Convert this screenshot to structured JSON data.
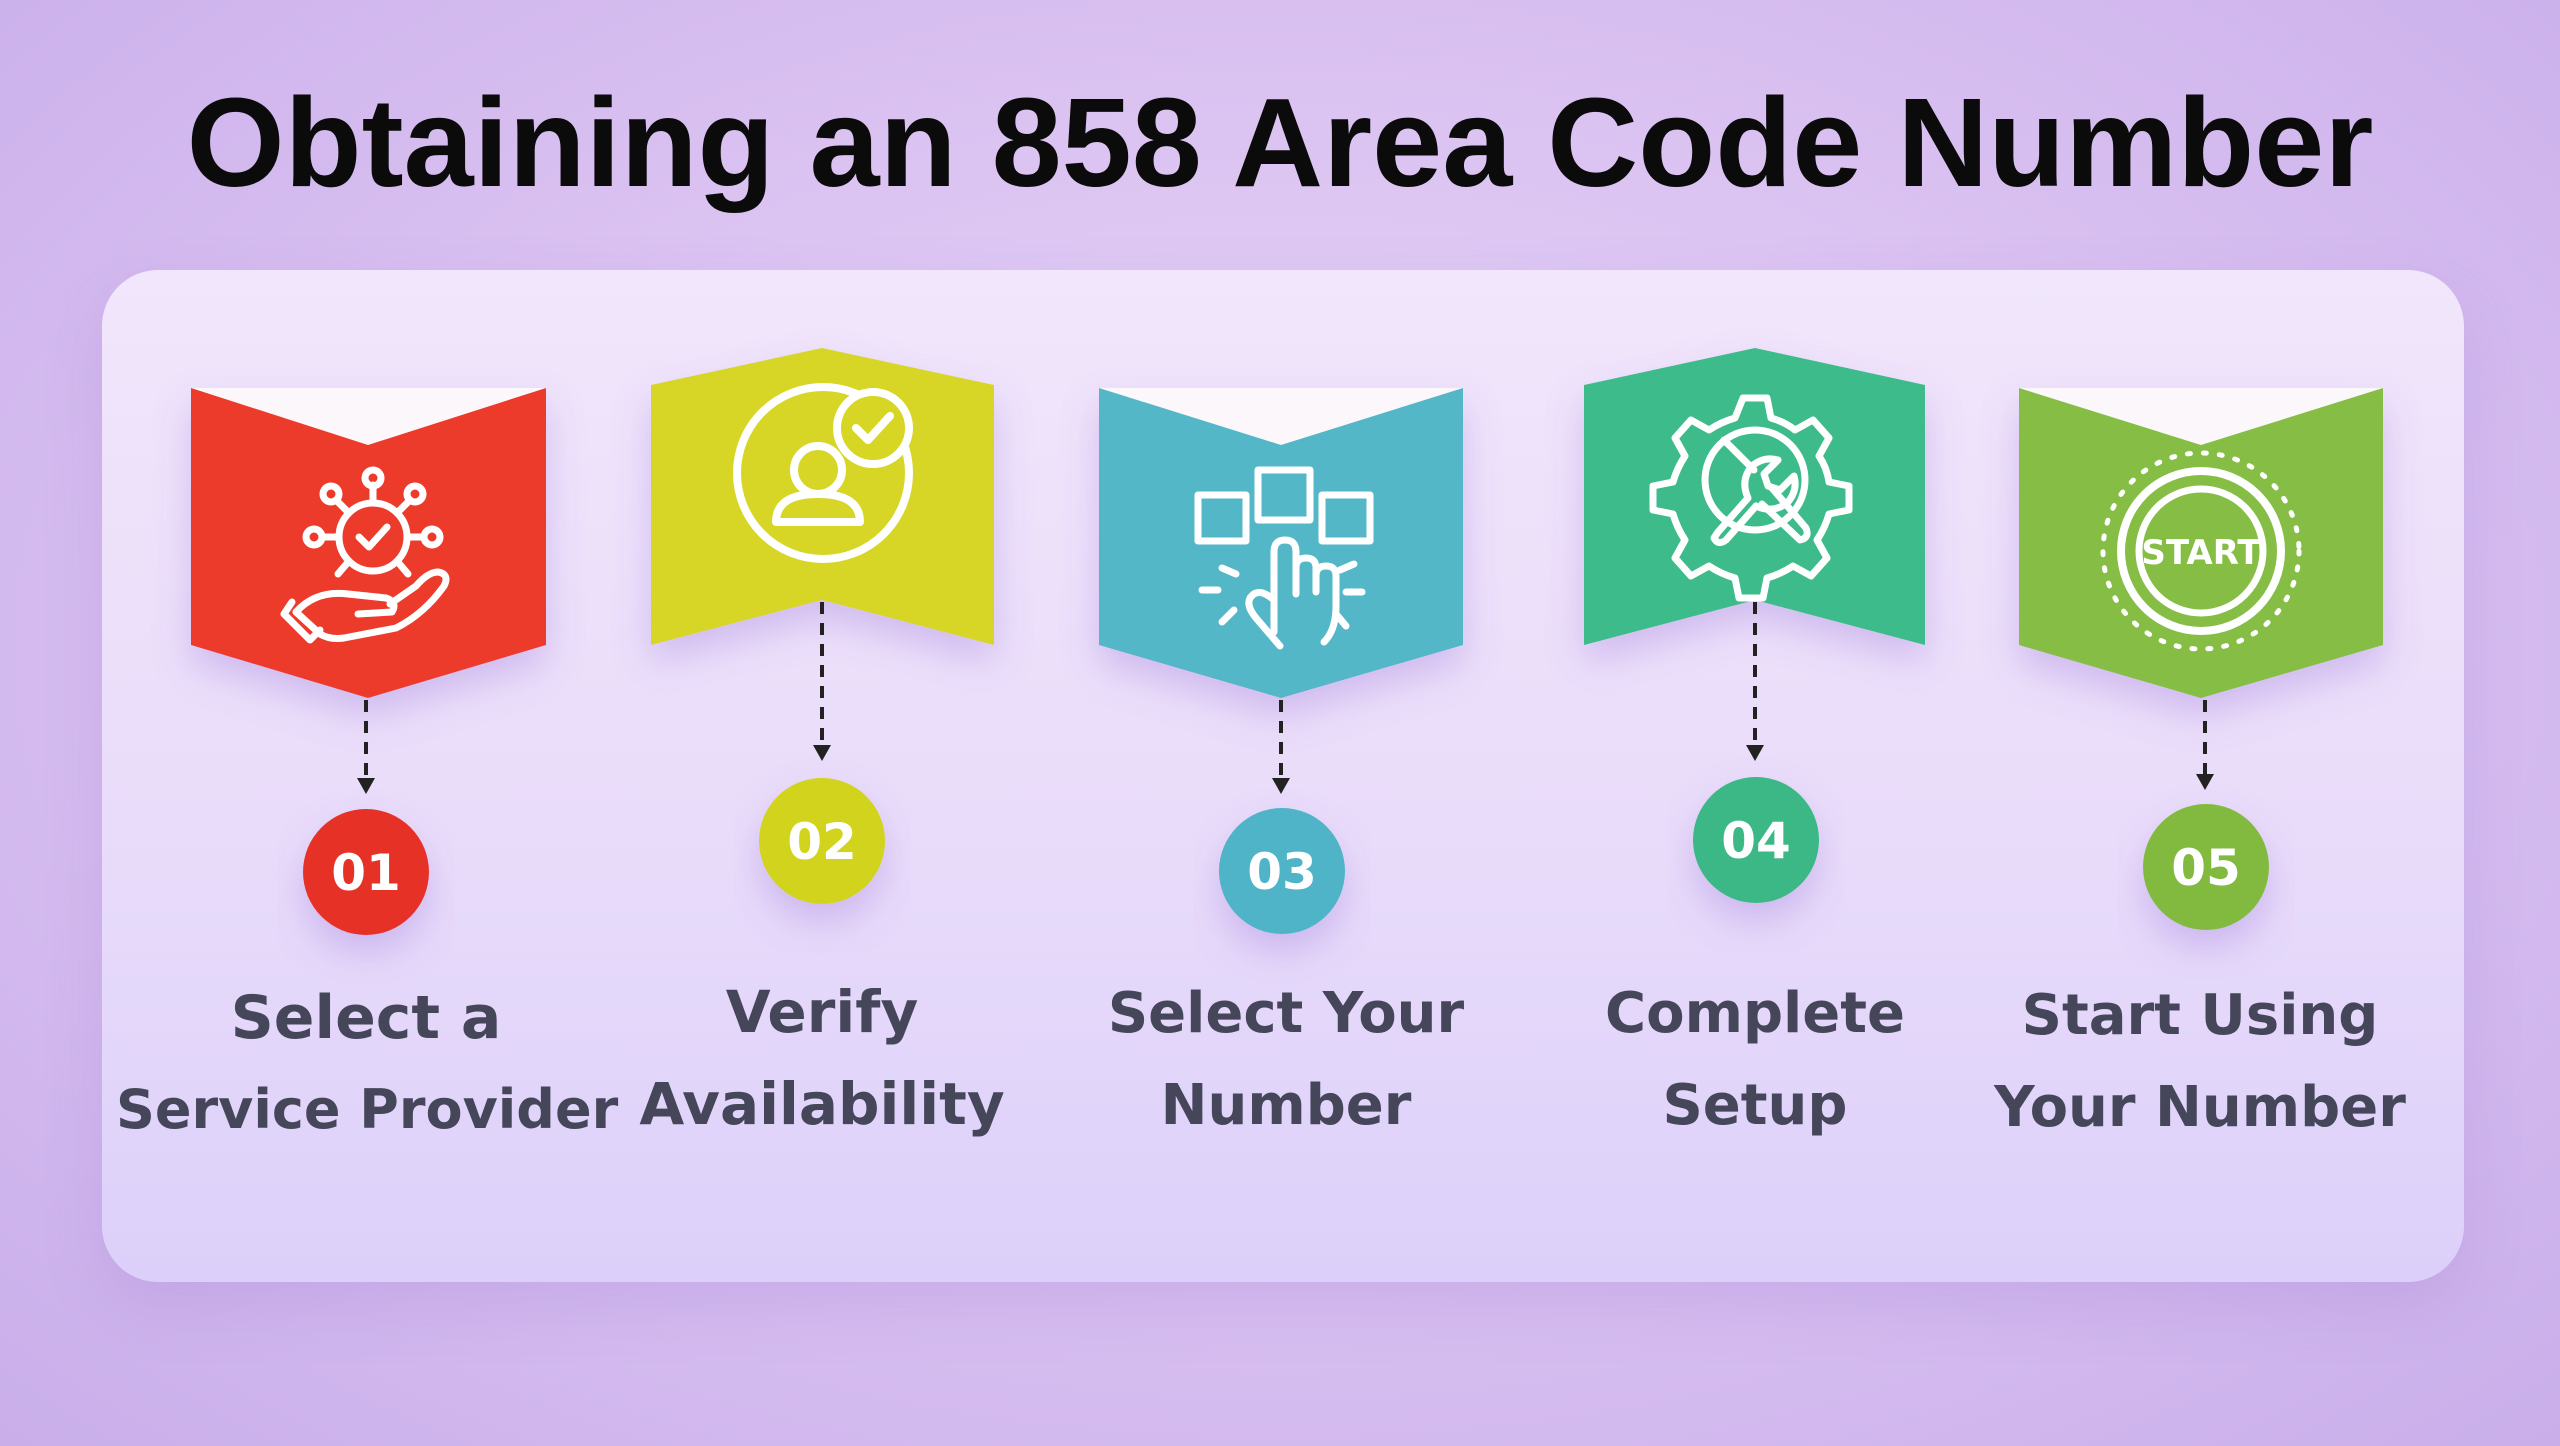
{
  "title": "Obtaining an 858 Area Code Number",
  "steps": [
    {
      "number": "01",
      "line1": "Select a",
      "line2": "Service Provider",
      "color": "#ec3a2b",
      "icon": "hand-network-check-icon"
    },
    {
      "number": "02",
      "line1": "Verify",
      "line2": "Availability",
      "color": "#d7d625",
      "icon": "user-check-icon"
    },
    {
      "number": "03",
      "line1": "Select Your",
      "line2": "Number",
      "color": "#52b7c8",
      "icon": "hand-tap-select-icon"
    },
    {
      "number": "04",
      "line1": "Complete",
      "line2": "Setup",
      "color": "#3dbb8b",
      "icon": "gear-wrench-icon"
    },
    {
      "number": "05",
      "line1": "Start Using",
      "line2": "Your Number",
      "color": "#86bd45",
      "icon": "start-button-icon",
      "icon_text": "START"
    }
  ]
}
